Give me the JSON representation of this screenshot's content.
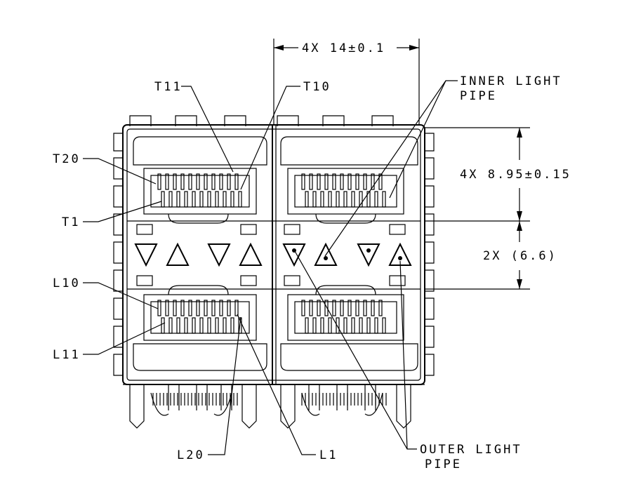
{
  "labels": {
    "t11": "T11",
    "t10": "T10",
    "t20": "T20",
    "t1": "T1",
    "l10": "L10",
    "l11": "L11",
    "l20": "L20",
    "l1": "L1",
    "inner_light_pipe_1": "INNER LIGHT",
    "inner_light_pipe_2": "PIPE",
    "outer_light_pipe_1": "OUTER LIGHT",
    "outer_light_pipe_2": "PIPE"
  },
  "dimensions": {
    "pitch": "4X 14±0.1",
    "port_height": "4X 8.95±0.15",
    "gap": "2X (6.6)"
  },
  "colors": {
    "line": "#000000",
    "background": "#ffffff"
  }
}
